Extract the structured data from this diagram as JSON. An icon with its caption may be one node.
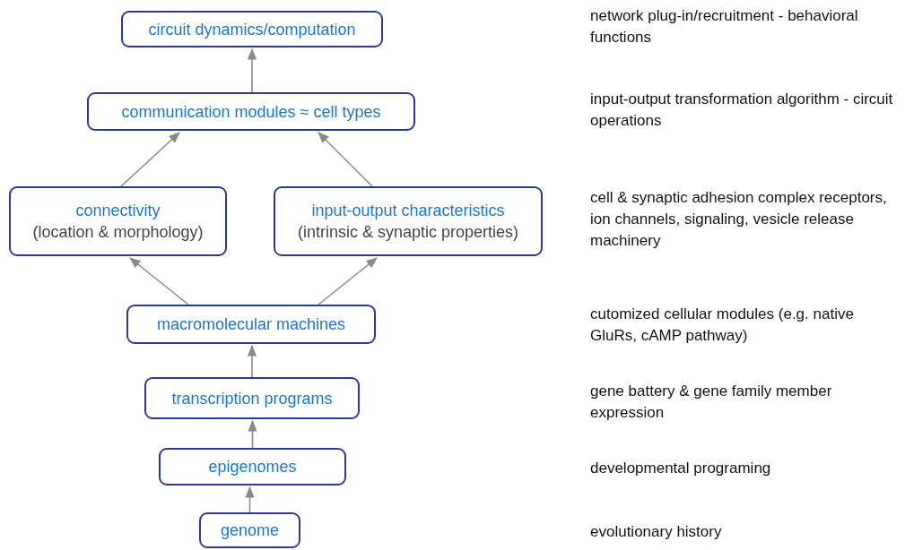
{
  "diagram": {
    "nodes": [
      {
        "text": [
          "circuit dynamics/computation"
        ]
      },
      {
        "text": [
          "communication modules ≈ cell types"
        ]
      },
      {
        "text": [
          "connectivity",
          "(location & morphology)"
        ]
      },
      {
        "text": [
          "input-output characteristics",
          "(intrinsic & synaptic properties)"
        ]
      },
      {
        "text": [
          "macromolecular machines"
        ]
      },
      {
        "text": [
          "transcription programs"
        ]
      },
      {
        "text": [
          "epigenomes"
        ]
      },
      {
        "text": [
          "genome"
        ]
      }
    ],
    "edges": [
      {
        "from": 7,
        "to": 6,
        "arrow": "to"
      },
      {
        "from": 6,
        "to": 5,
        "arrow": "to"
      },
      {
        "from": 5,
        "to": 4,
        "arrow": "to"
      },
      {
        "from": 4,
        "to": 2,
        "arrow": "to"
      },
      {
        "from": 4,
        "to": 3,
        "arrow": "to"
      },
      {
        "from": 2,
        "to": 1,
        "arrow": "to"
      },
      {
        "from": 3,
        "to": 1,
        "arrow": "to"
      },
      {
        "from": 1,
        "to": 0,
        "arrow": "to"
      }
    ],
    "labels": [
      "network plug-in/recruitment - behavioral functions",
      "input-output transformation algorithm - circuit operations",
      "cell & synaptic adhesion complex receptors, ion channels, signaling, vesicle release machinery",
      "cutomized cellular modules (e.g. native GluRs, cAMP pathway)",
      "gene battery & gene family member expression",
      "developmental programing",
      "evolutionary history"
    ]
  }
}
